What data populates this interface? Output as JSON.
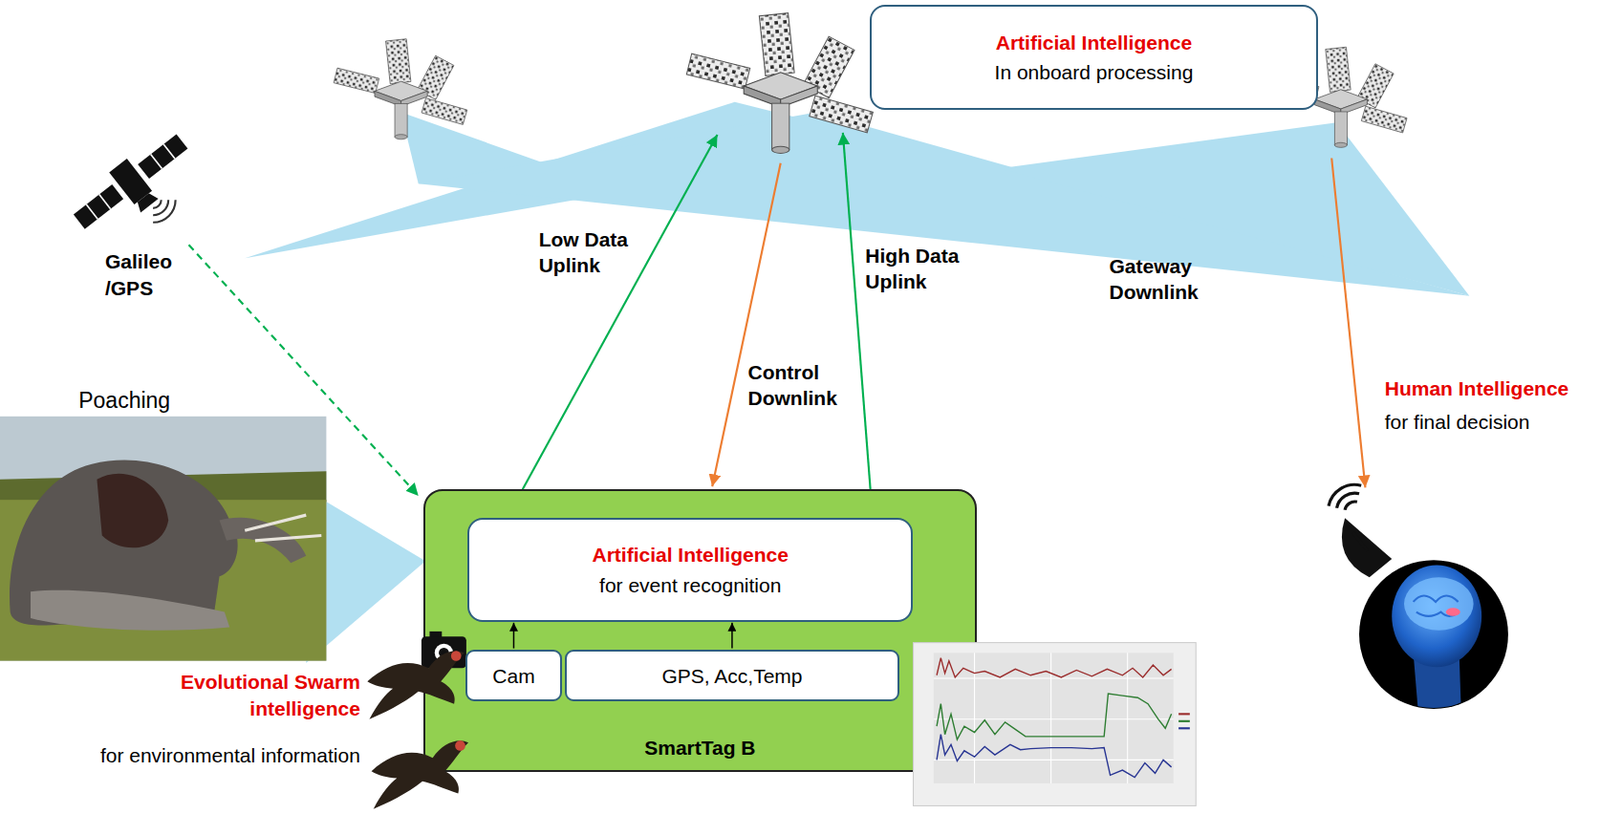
{
  "diagram": {
    "nodes": [
      {
        "text": [
          "Artificial Intelligence",
          "In onboard processing"
        ]
      },
      {
        "text": [
          "SmartTag B"
        ]
      },
      {
        "text": [
          "Artificial Intelligence",
          "for event recognition"
        ],
        "in": 1
      },
      {
        "text": [
          "Cam"
        ],
        "in": 1
      },
      {
        "text": [
          "GPS, Acc,Temp"
        ],
        "in": 1
      }
    ],
    "edges": [
      {
        "from": 3,
        "to": 2,
        "arrow": "to"
      },
      {
        "from": 4,
        "to": 2,
        "arrow": "to"
      }
    ],
    "labels": [
      "Galileo /GPS",
      "Low Data Uplink",
      "High Data Uplink",
      "Gateway Downlink",
      "Control Downlink",
      "Human Intelligence",
      "for final decision",
      "Poaching",
      "Evolutional Swarm intelligence",
      "for environmental information"
    ]
  }
}
